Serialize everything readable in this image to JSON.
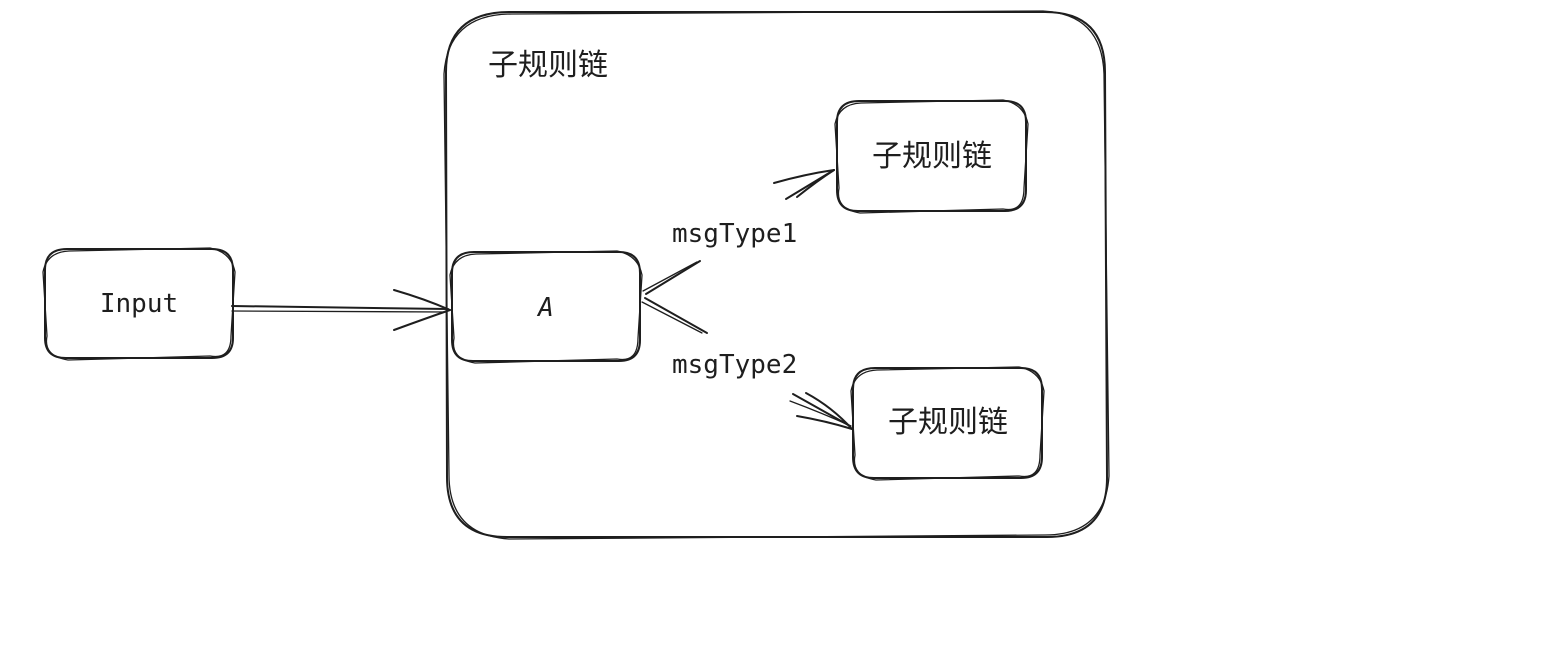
{
  "diagram": {
    "container": {
      "label": "子规则链"
    },
    "nodes": {
      "input": {
        "label": "Input"
      },
      "a": {
        "label": "A"
      },
      "sub_chain_1": {
        "label": "子规则链"
      },
      "sub_chain_2": {
        "label": "子规则链"
      }
    },
    "edges": {
      "input_to_a": {
        "label": ""
      },
      "a_to_sub1": {
        "label": "msgType1"
      },
      "a_to_sub2": {
        "label": "msgType2"
      }
    },
    "colors": {
      "stroke": "#1e1e1e",
      "background": "#ffffff"
    }
  }
}
